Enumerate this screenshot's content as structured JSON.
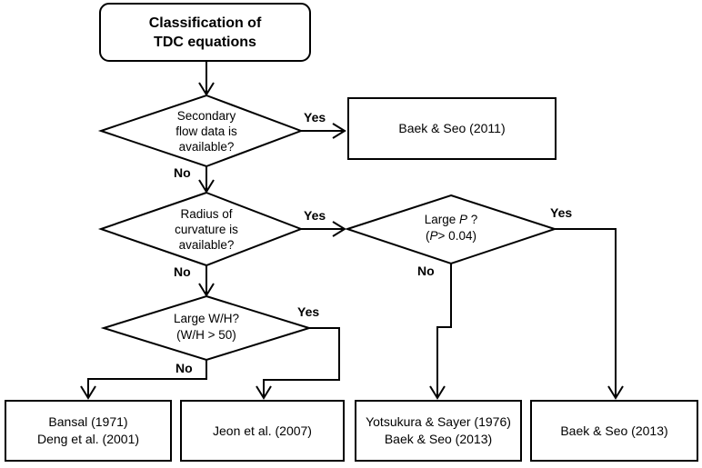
{
  "colors": {
    "line": "#000000",
    "background": "#ffffff",
    "text": "#000000"
  },
  "title": {
    "lines": [
      "Classification of",
      "TDC equations"
    ]
  },
  "decisions": [
    {
      "id": "secondary-flow",
      "lines": [
        "Secondary",
        "flow data is",
        "available?"
      ],
      "yes_label": "Yes",
      "no_label": "No"
    },
    {
      "id": "radius-of-curvature",
      "lines": [
        "Radius of",
        "curvature is",
        "available?"
      ],
      "yes_label": "Yes",
      "no_label": "No"
    },
    {
      "id": "large-p",
      "line1": {
        "pre": "Large ",
        "var": "P",
        "post": " ?"
      },
      "line2": {
        "pre": "(",
        "var": "P",
        "post": "> 0.04)"
      },
      "yes_label": "Yes",
      "no_label": "No"
    },
    {
      "id": "large-wh",
      "lines": [
        "Large W/H?",
        "(W/H > 50)"
      ],
      "yes_label": "Yes",
      "no_label": "No"
    }
  ],
  "results": [
    {
      "id": "baek-seo-2011",
      "lines": [
        "Baek & Seo (2011)"
      ]
    },
    {
      "id": "bansal-deng",
      "lines": [
        "Bansal (1971)",
        "Deng et al. (2001)"
      ]
    },
    {
      "id": "jeon",
      "lines": [
        "Jeon et al. (2007)"
      ]
    },
    {
      "id": "yotsukura-sayer-baek-seo",
      "lines": [
        "Yotsukura & Sayer (1976)",
        "Baek & Seo (2013)"
      ]
    },
    {
      "id": "baek-seo-2013",
      "lines": [
        "Baek & Seo (2013)"
      ]
    }
  ]
}
